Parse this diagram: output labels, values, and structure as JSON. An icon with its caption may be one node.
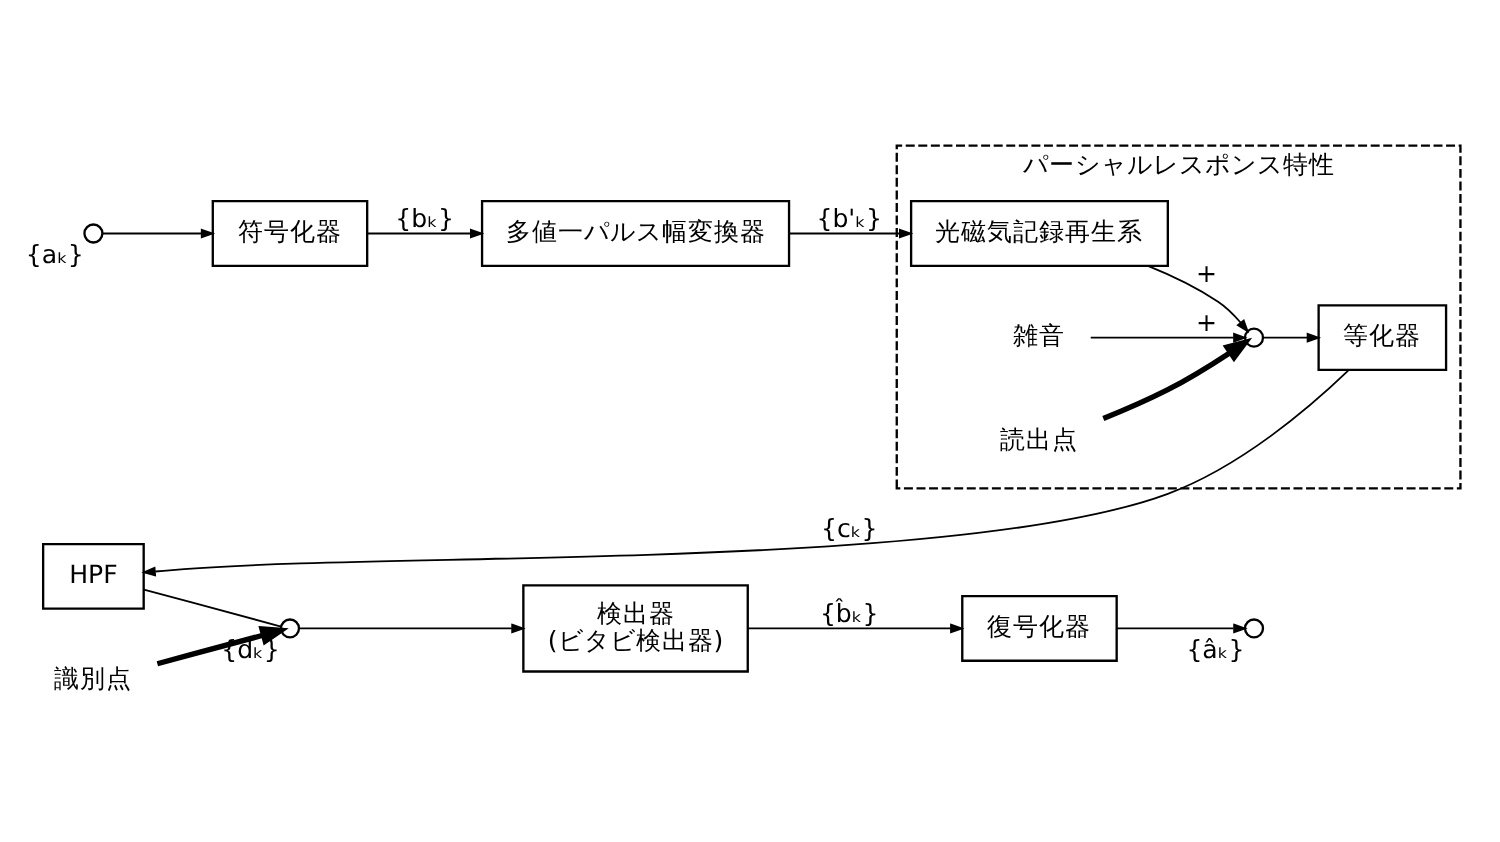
{
  "diagram": {
    "nodes": [
      {
        "text": [],
        "shape": "circle",
        "beside": [
          "{aₖ}"
        ]
      },
      {
        "text": [
          "符号化器"
        ]
      },
      {
        "text": [
          "多値一パルス幅変換器"
        ]
      },
      {
        "text": [
          "パーシャルレスポンス特性"
        ]
      },
      {
        "text": [
          "光磁気記録再生系"
        ],
        "in": 3
      },
      {
        "text": [],
        "shape": "circle",
        "in": 3
      },
      {
        "text": [
          "雑音"
        ],
        "in": 3
      },
      {
        "text": [
          "読出点"
        ],
        "in": 3
      },
      {
        "text": [
          "等化器"
        ],
        "in": 3
      },
      {
        "text": [
          "HPF"
        ]
      },
      {
        "text": [],
        "shape": "circle",
        "beside": [
          "{dₖ}"
        ]
      },
      {
        "text": [
          "識別点"
        ]
      },
      {
        "text": [
          "検出器",
          "(ビタビ検出器)"
        ]
      },
      {
        "text": [
          "復号化器"
        ]
      },
      {
        "text": [],
        "shape": "circle",
        "beside": [
          "{âₖ}"
        ]
      }
    ],
    "edges": [
      {
        "from": 0,
        "to": 1,
        "arrow": "to"
      },
      {
        "from": 1,
        "to": 2,
        "arrow": "to",
        "label": "{bₖ}"
      },
      {
        "from": 2,
        "to": 4,
        "arrow": "to",
        "label": "{b'ₖ}"
      },
      {
        "from": 4,
        "to": 5,
        "arrow": "to",
        "label": "+"
      },
      {
        "from": 6,
        "to": 5,
        "arrow": "to",
        "label": "+"
      },
      {
        "from": 7,
        "to": 5,
        "arrow": "to",
        "style": "thick"
      },
      {
        "from": 5,
        "to": 8,
        "arrow": "to"
      },
      {
        "from": 8,
        "to": 9,
        "arrow": "to",
        "label": "{cₖ}"
      },
      {
        "from": 9,
        "to": 10,
        "arrow": "none"
      },
      {
        "from": 11,
        "to": 10,
        "arrow": "to",
        "style": "thick"
      },
      {
        "from": 10,
        "to": 12,
        "arrow": "to"
      },
      {
        "from": 12,
        "to": 13,
        "arrow": "to",
        "label": "{b̂ₖ}"
      },
      {
        "from": 13,
        "to": 14,
        "arrow": "to"
      }
    ]
  }
}
